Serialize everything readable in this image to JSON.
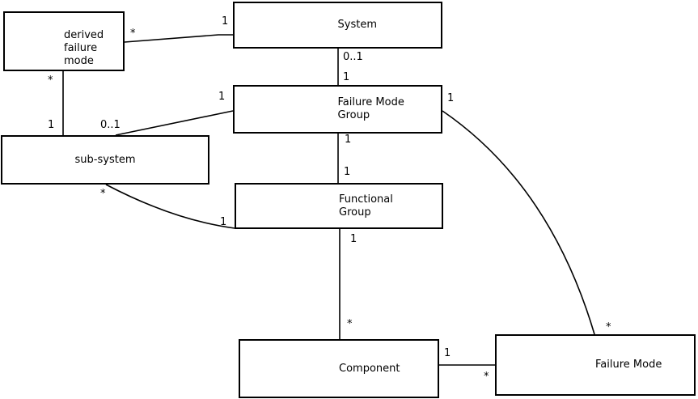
{
  "diagram": {
    "type": "uml-class-association-diagram",
    "colors": {
      "line": "#000000",
      "box_border": "#000000",
      "box_fill": "#ffffff",
      "background": "#ffffff",
      "text": "#000000"
    },
    "nodes": {
      "derived_failure_mode": {
        "lines": [
          "derived",
          "failure",
          "mode"
        ]
      },
      "system": {
        "lines": [
          "System"
        ]
      },
      "failure_mode_group": {
        "lines": [
          "Failure Mode",
          "Group"
        ]
      },
      "sub_system": {
        "lines": [
          "sub-system"
        ]
      },
      "functional_group": {
        "lines": [
          "Functional",
          "Group"
        ]
      },
      "component": {
        "lines": [
          "Component"
        ]
      },
      "failure_mode": {
        "lines": [
          "Failure Mode"
        ]
      }
    },
    "associations": [
      {
        "source": "derived failure mode",
        "target": "System",
        "source_multiplicity": "*",
        "target_multiplicity": "1"
      },
      {
        "source": "derived failure mode",
        "target": "sub-system",
        "source_multiplicity": "*",
        "target_multiplicity": "1"
      },
      {
        "source": "System",
        "target": "Failure Mode Group",
        "source_multiplicity": "0..1",
        "target_multiplicity": "1"
      },
      {
        "source": "Failure Mode Group",
        "target": "sub-system",
        "source_multiplicity": "1",
        "target_multiplicity": "0..1"
      },
      {
        "source": "Failure Mode Group",
        "target": "Functional Group",
        "source_multiplicity": "1",
        "target_multiplicity": "1"
      },
      {
        "source": "Failure Mode Group",
        "target": "Failure Mode",
        "source_multiplicity": "1",
        "target_multiplicity": "*"
      },
      {
        "source": "sub-system",
        "target": "Functional Group",
        "source_multiplicity": "*",
        "target_multiplicity": "1"
      },
      {
        "source": "Functional Group",
        "target": "Component",
        "source_multiplicity": "1",
        "target_multiplicity": "*"
      },
      {
        "source": "Component",
        "target": "Failure Mode",
        "source_multiplicity": "1",
        "target_multiplicity": "*"
      }
    ]
  }
}
